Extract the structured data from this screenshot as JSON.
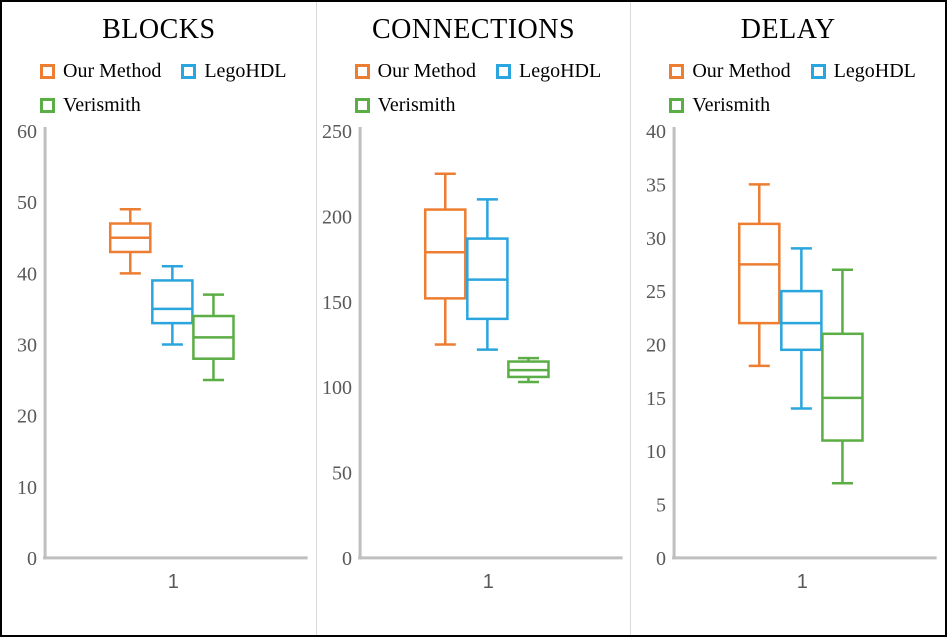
{
  "colors": {
    "our_method": "#ED7D31",
    "legohdl": "#2AA5DE",
    "verismith": "#5BAD45",
    "axis_line": "#BFBFBF",
    "tick_text": "#595959",
    "panel_divider": "#D9D9D9",
    "outer_border": "#000000"
  },
  "chart_data": [
    {
      "type": "boxplot",
      "title": "BLOCKS",
      "x_categories": [
        "1"
      ],
      "ylim": [
        0,
        60
      ],
      "yticks": [
        0,
        10,
        20,
        30,
        40,
        50,
        60
      ],
      "grid": false,
      "legend_position": "top-left",
      "series": [
        {
          "name": "Our Method",
          "color": "#ED7D31",
          "min": 40,
          "q1": 43,
          "median": 45,
          "q3": 47,
          "max": 49
        },
        {
          "name": "LegoHDL",
          "color": "#2AA5DE",
          "min": 30,
          "q1": 33,
          "median": 35,
          "q3": 39,
          "max": 41
        },
        {
          "name": "Verismith",
          "color": "#5BAD45",
          "min": 25,
          "q1": 28,
          "median": 31,
          "q3": 34,
          "max": 37
        }
      ]
    },
    {
      "type": "boxplot",
      "title": "CONNECTIONS",
      "x_categories": [
        "1"
      ],
      "ylim": [
        0,
        250
      ],
      "yticks": [
        0,
        50,
        100,
        150,
        200,
        250
      ],
      "grid": false,
      "legend_position": "top-left",
      "series": [
        {
          "name": "Our Method",
          "color": "#ED7D31",
          "min": 125,
          "q1": 152,
          "median": 179,
          "q3": 204,
          "max": 225
        },
        {
          "name": "LegoHDL",
          "color": "#2AA5DE",
          "min": 122,
          "q1": 140,
          "median": 163,
          "q3": 187,
          "max": 210
        },
        {
          "name": "Verismith",
          "color": "#5BAD45",
          "min": 103,
          "q1": 106,
          "median": 110,
          "q3": 115,
          "max": 117
        }
      ]
    },
    {
      "type": "boxplot",
      "title": "DELAY",
      "x_categories": [
        "1"
      ],
      "ylim": [
        0,
        40
      ],
      "yticks": [
        0,
        5,
        10,
        15,
        20,
        25,
        30,
        35,
        40
      ],
      "grid": false,
      "legend_position": "top-left",
      "series": [
        {
          "name": "Our Method",
          "color": "#ED7D31",
          "min": 18,
          "q1": 22,
          "median": 27.5,
          "q3": 31.3,
          "max": 35
        },
        {
          "name": "LegoHDL",
          "color": "#2AA5DE",
          "min": 14,
          "q1": 19.5,
          "median": 22,
          "q3": 25,
          "max": 29
        },
        {
          "name": "Verismith",
          "color": "#5BAD45",
          "min": 7,
          "q1": 11,
          "median": 15,
          "q3": 21,
          "max": 27
        }
      ]
    }
  ]
}
